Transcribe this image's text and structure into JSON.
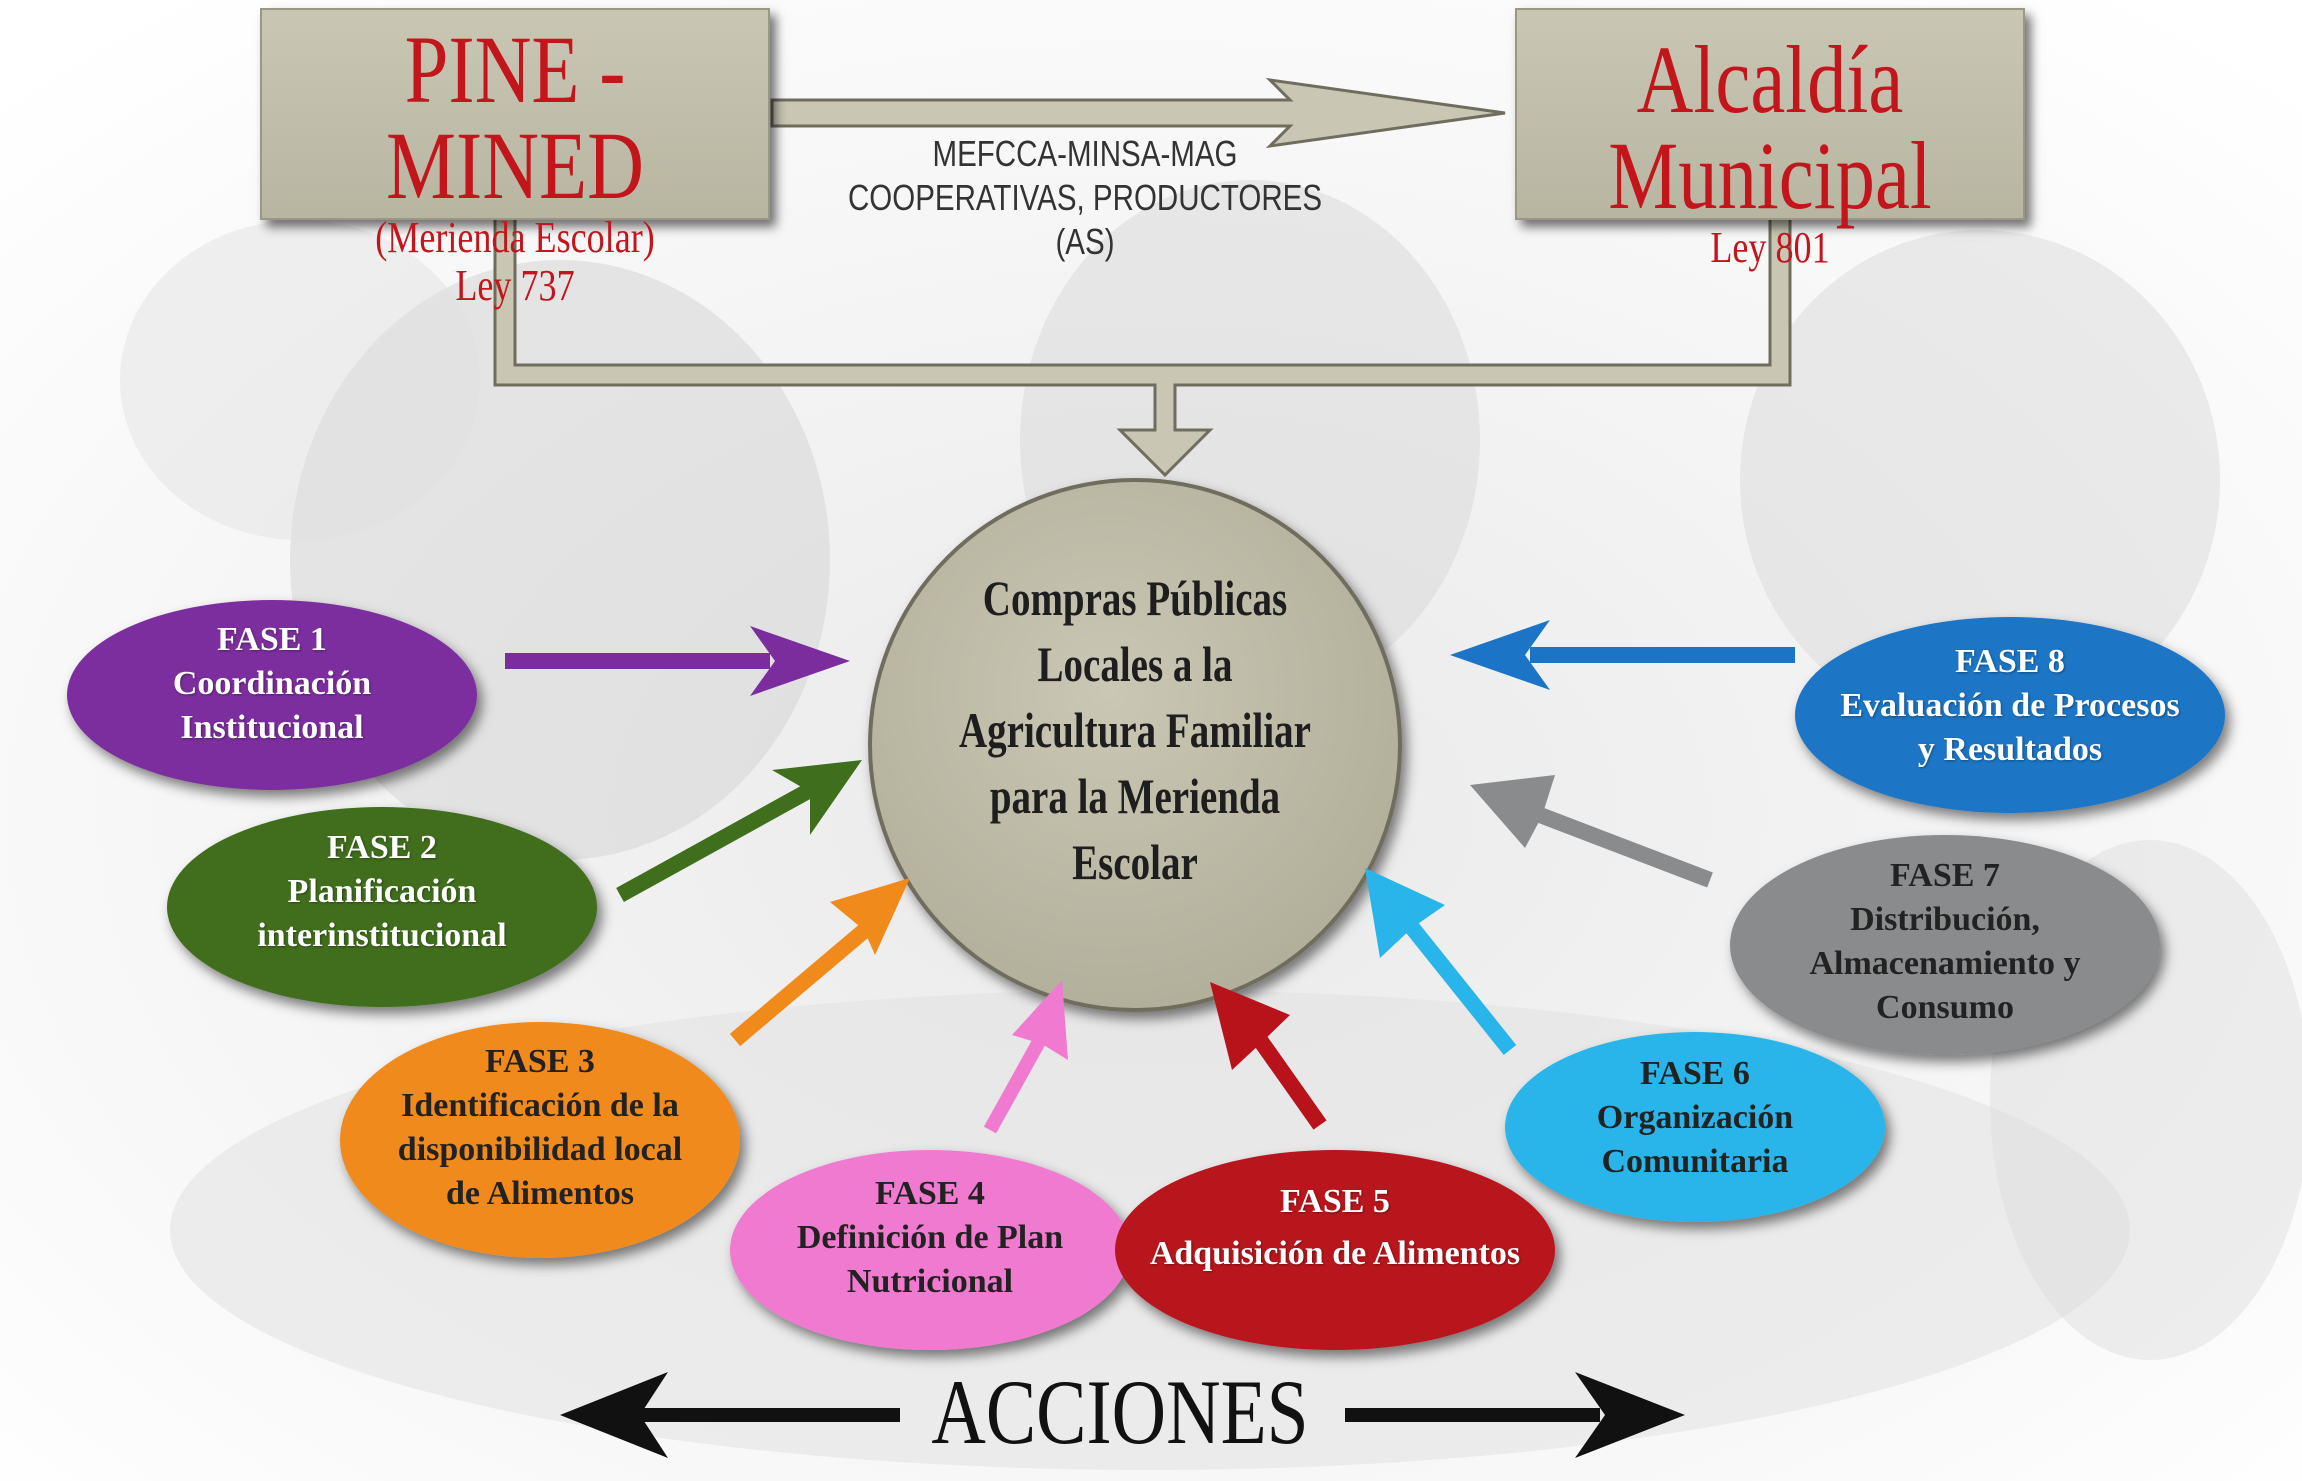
{
  "top_left_box": {
    "title": "PINE - MINED",
    "subtitle": "(Merienda Escolar)",
    "law": "Ley 737"
  },
  "top_right_box": {
    "title": "Alcaldía Municipal",
    "law": "Ley 801"
  },
  "link_label": {
    "line1": "MEFCCA-MINSA-MAG",
    "line2": "COOPERATIVAS, PRODUCTORES (AS)"
  },
  "center": {
    "lines": [
      "Compras Públicas",
      "Locales a la",
      "Agricultura Familiar",
      "para la Merienda",
      "Escolar"
    ]
  },
  "phases": [
    {
      "label": "FASE 1",
      "lines": [
        "Coordinación",
        "Institucional"
      ],
      "color": "#7b2d9e"
    },
    {
      "label": "FASE 2",
      "lines": [
        "Planificación",
        "interinstitucional"
      ],
      "color": "#3f6e1c"
    },
    {
      "label": "FASE 3",
      "lines": [
        "Identificación de la",
        "disponibilidad local",
        "de Alimentos"
      ],
      "color": "#f08a1a"
    },
    {
      "label": "FASE 4",
      "lines": [
        "Definición de Plan",
        "Nutricional"
      ],
      "color": "#f07ad0"
    },
    {
      "label": "FASE 5",
      "lines": [
        "Adquisición de Alimentos"
      ],
      "color": "#b8121b"
    },
    {
      "label": "FASE 6",
      "lines": [
        "Organización",
        "Comunitaria"
      ],
      "color": "#29b5ea"
    },
    {
      "label": "FASE 7",
      "lines": [
        "Distribución,",
        "Almacenamiento y",
        "Consumo"
      ],
      "color": "#8a8b8c"
    },
    {
      "label": "FASE 8",
      "lines": [
        "Evaluación de Procesos",
        "y Resultados"
      ],
      "color": "#1b74c5"
    }
  ],
  "footer": {
    "label": "ACCIONES"
  },
  "colors": {
    "box_text": "#c3161c",
    "box_fill": "#bdbba6",
    "center_fill": "#bdbba6"
  }
}
